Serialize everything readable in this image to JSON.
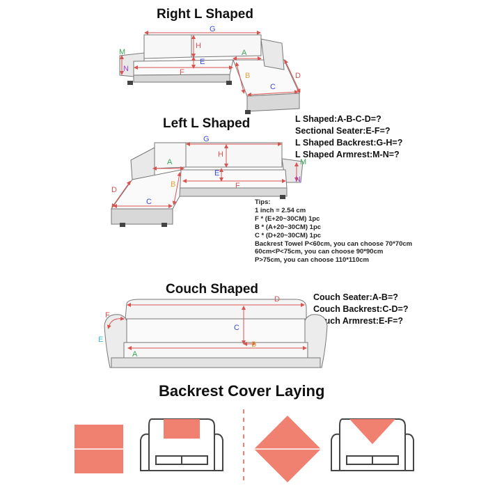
{
  "titles": {
    "right_l": "Right L Shaped",
    "left_l": "Left L Shaped",
    "couch": "Couch Shaped",
    "backrest": "Backrest Cover Laying"
  },
  "l_formulas": [
    "L Shaped:A-B-C-D=?",
    "Sectional Seater:E-F=?",
    "L Shaped Backrest:G-H=?",
    "L Shaped Armrest:M-N=?"
  ],
  "tips": [
    "Tips:",
    "1 inch = 2.54 cm",
    "F * (E+20~30CM) 1pc",
    "B * (A+20~30CM) 1pc",
    "C * (D+20~30CM) 1pc",
    "Backrest Towel P<60cm, you can choose 70*70cm",
    "60cm<P<75cm, you can choose 90*90cm",
    "P>75cm, you can choose 110*110cm"
  ],
  "couch_formulas": [
    "Couch Seater:A-B=?",
    "Couch Backrest:C-D=?",
    "Couch Armrest:E-F=?"
  ],
  "labels": {
    "a": "A",
    "b": "B",
    "c": "C",
    "d": "D",
    "e": "E",
    "f": "F",
    "g": "G",
    "h": "H",
    "m": "M",
    "n": "N"
  },
  "colors": {
    "measure_line": "#d9534f",
    "cover": "#f08070",
    "label_a": "#3aa655",
    "label_b": "#e8a23a",
    "label_c": "#3b4bd8",
    "label_d": "#d9534f",
    "label_e": "#3b4bd8",
    "label_f": "#d9534f",
    "label_g": "#3b4bd8",
    "label_h": "#d9534f",
    "label_m": "#3aa655",
    "label_n": "#9b3fd6",
    "couch_e": "#3ab8d8"
  }
}
